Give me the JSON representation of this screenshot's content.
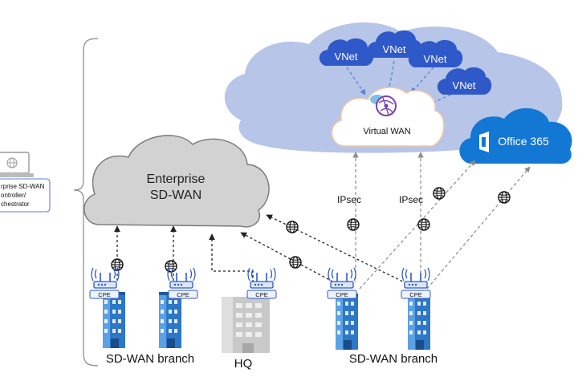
{
  "cloud_labels": {
    "enterprise_line1": "Enterprise",
    "enterprise_line2": "SD-WAN",
    "virtual_wan": "Virtual WAN",
    "office365": "Office 365"
  },
  "vnets": [
    "VNet",
    "VNet",
    "VNet",
    "VNet"
  ],
  "controller": {
    "line1": "rprise SD-WAN",
    "line2": "ontroller/",
    "line3": "chestrator"
  },
  "links": {
    "ipsec_left": "IPsec",
    "ipsec_right": "IPsec"
  },
  "cpe_label": "CPE",
  "sites": {
    "branch_left": "SD-WAN branch",
    "hq": "HQ",
    "branch_right": "SD-WAN branch"
  },
  "colors": {
    "azure_region": "#aebfe6",
    "vnet": "#2f58c8",
    "office365": "#1377d4",
    "office365_icon": "#ffffff",
    "enterprise_cloud": "#d2d2d2",
    "building_blue": "#2d77c6",
    "building_gray": "#c9c9c9",
    "virtual_wan_ring": "#f2c8a5"
  },
  "icons": [
    "globe-icon",
    "router-icon",
    "building-icon",
    "laptop-icon",
    "virtual-wan-hub-icon",
    "office-logo-icon"
  ]
}
